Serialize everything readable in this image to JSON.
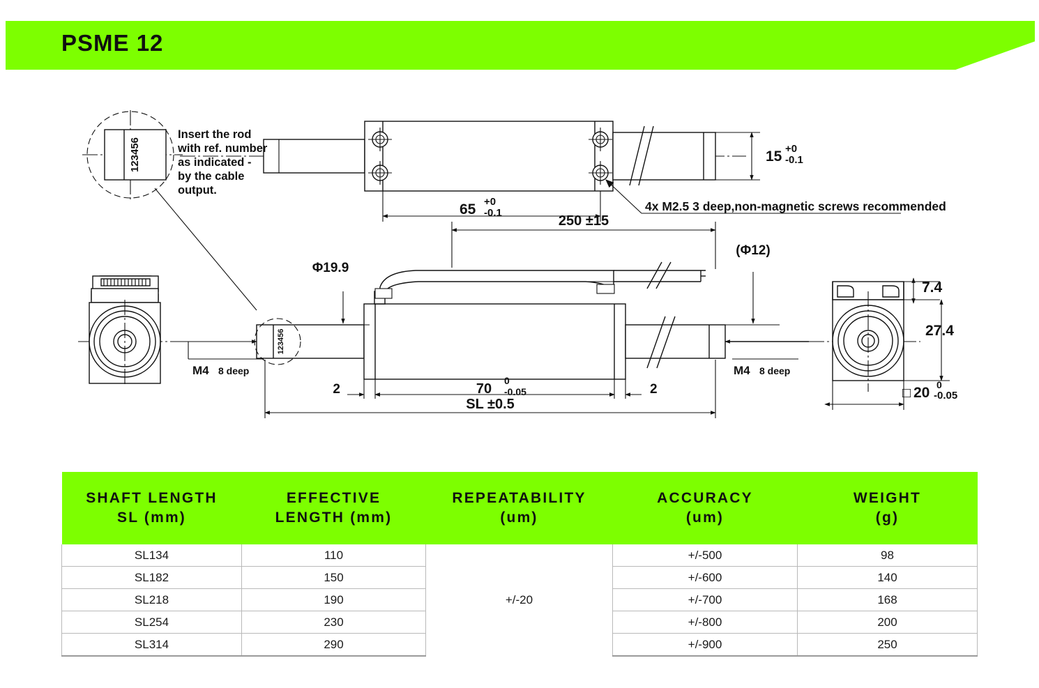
{
  "theme": {
    "brand_green": "#7dff00",
    "line": "#111111"
  },
  "header": {
    "title": "PSME 12"
  },
  "drawing": {
    "detail_note": {
      "lines": [
        "Insert the rod",
        "with ref. number",
        "as indicated -",
        "by the cable",
        "output."
      ],
      "ref_number": "123456"
    },
    "top_view": {
      "length_dim": {
        "value": "65",
        "tol_upper": "+0",
        "tol_lower": "-0.1"
      },
      "height_dim": {
        "value": "15",
        "tol_upper": "+0",
        "tol_lower": "-0.1"
      },
      "screw_note": "4x M2.5  3 deep,non-magnetic screws recommended"
    },
    "side_view": {
      "cable_length": "250 ±15",
      "flange_dia": "Φ19.9",
      "rod_dia": "(Φ12)",
      "thread_left": "M4",
      "thread_left_depth": "8 deep",
      "thread_right": "M4",
      "thread_right_depth": "8 deep",
      "gap_left": "2",
      "gap_right": "2",
      "body_length": {
        "value": "70",
        "tol_upper": "0",
        "tol_lower": "-0.05"
      },
      "shaft_length": "SL ±0.5",
      "ref_number": "123456"
    },
    "end_view": {
      "connector_height": "7.4",
      "body_height": "27.4",
      "square_dim": {
        "symbol": "□",
        "value": "20",
        "tol_upper": "0",
        "tol_lower": "-0.05"
      }
    }
  },
  "table": {
    "headers": [
      {
        "line1": "SHAFT LENGTH",
        "line2": "SL (mm)"
      },
      {
        "line1": "EFFECTIVE",
        "line2": "LENGTH (mm)"
      },
      {
        "line1": "REPEATABILITY",
        "line2": "(um)"
      },
      {
        "line1": "ACCURACY",
        "line2": "(um)"
      },
      {
        "line1": "WEIGHT",
        "line2": "(g)"
      }
    ],
    "repeatability": "+/-20",
    "rows": [
      {
        "shaft_length": "SL134",
        "effective_length": "110",
        "accuracy": "+/-500",
        "weight": "98"
      },
      {
        "shaft_length": "SL182",
        "effective_length": "150",
        "accuracy": "+/-600",
        "weight": "140"
      },
      {
        "shaft_length": "SL218",
        "effective_length": "190",
        "accuracy": "+/-700",
        "weight": "168"
      },
      {
        "shaft_length": "SL254",
        "effective_length": "230",
        "accuracy": "+/-800",
        "weight": "200"
      },
      {
        "shaft_length": "SL314",
        "effective_length": "290",
        "accuracy": "+/-900",
        "weight": "250"
      }
    ]
  }
}
